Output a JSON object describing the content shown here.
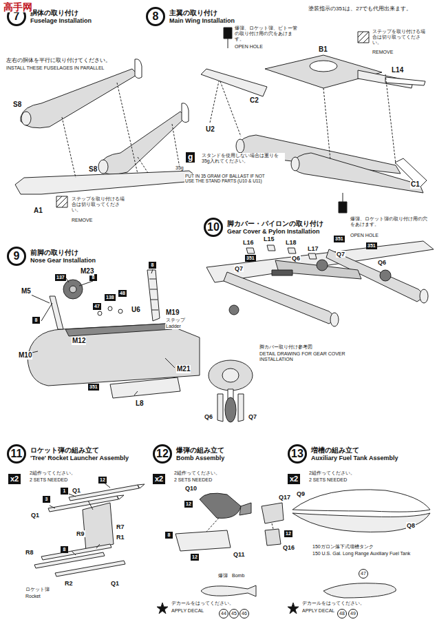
{
  "diagram": {
    "nodes": [
      {
        "text": [
          "7",
          "胴体の取り付け",
          "Fuselage Installation"
        ]
      },
      {
        "text": [
          "8",
          "主翼の取り付け",
          "Main Wing Installation"
        ]
      },
      {
        "text": [
          "g"
        ]
      },
      {
        "text": [
          "9",
          "前脚の取り付け",
          "Nose Gear Installation"
        ]
      },
      {
        "text": [
          "137"
        ]
      },
      {
        "text": [
          "8"
        ]
      },
      {
        "text": [
          "8"
        ]
      },
      {
        "text": [
          "47"
        ]
      },
      {
        "text": [
          "138"
        ]
      },
      {
        "text": [
          "48"
        ]
      },
      {
        "text": [
          "8"
        ]
      },
      {
        "text": [
          "351"
        ]
      },
      {
        "text": [
          "10",
          "脚カバー・パイロンの取り付け",
          "Gear Cover & Pylon Installation"
        ]
      },
      {
        "text": [
          "351"
        ]
      },
      {
        "text": [
          "351"
        ]
      },
      {
        "text": [
          "351"
        ]
      },
      {
        "text": [
          "11",
          "ロケット弾の組み立て",
          "'Tree' Rocket Launcher Assembly"
        ]
      },
      {
        "text": [
          "x2"
        ]
      },
      {
        "text": [
          "12"
        ]
      },
      {
        "text": [
          "1"
        ]
      },
      {
        "text": [
          "3"
        ]
      },
      {
        "text": [
          "8"
        ]
      },
      {
        "text": [
          "12",
          "爆弾の組み立て",
          "Bomb Assembly"
        ]
      },
      {
        "text": [
          "x2"
        ]
      },
      {
        "text": [
          "12"
        ]
      },
      {
        "text": [
          "8"
        ]
      },
      {
        "text": [
          "12"
        ]
      },
      {
        "text": [
          "12"
        ]
      },
      {
        "text": [
          "44"
        ]
      },
      {
        "text": [
          "45"
        ]
      },
      {
        "text": [
          "46"
        ]
      },
      {
        "text": [
          "13",
          "増槽の組み立て",
          "Auxiliary Fuel Tank Assembly"
        ]
      },
      {
        "text": [
          "x2"
        ]
      },
      {
        "text": [
          "47"
        ]
      },
      {
        "text": [
          "48"
        ]
      },
      {
        "text": [
          "49"
        ]
      }
    ],
    "labels": [
      "高手网",
      "塗装指示の351は、27でも代用出来ます。",
      "左右の胴体を平行に取り付けてください。",
      "INSTALL THESE FUSELAGES IN PARALLEL",
      "S8",
      "S8",
      "A1",
      "ステップを取り付ける場合は切り取ってください。",
      "REMOVE",
      "爆弾、ロケット弾、ピトー管の取り付け用の穴をあけます。",
      "OPEN HOLE",
      "B1",
      "ステップを取り付ける場合は切り取ってください。",
      "REMOVE",
      "L14",
      "U2",
      "C2",
      "C1",
      "35g",
      "スタンドを使用しない場合は重りを35g入れてください。",
      "PUT IN 35 GRAM OF BALLAST IF NOT USE THE STAND PARTS (U10 & U11)",
      "爆弾、ロケット弾の取り付け用の穴をあけます。",
      "OPEN HOLE",
      "M5",
      "M23",
      "M19",
      "ステップ",
      "Ladder",
      "U6",
      "M12",
      "M10",
      "M21",
      "L8",
      "L16",
      "L15",
      "L18",
      "L17",
      "Q6",
      "Q7",
      "Q7",
      "Q6",
      "脚カバー取り付け参考図",
      "DETAIL DRAWING FOR GEAR COVER INSTALLATION",
      "Q6",
      "Q7",
      "2組作ってください。",
      "2 SETS NEEDED",
      "Q1",
      "Q1",
      "R9",
      "R7",
      "R1",
      "R8",
      "R2",
      "Q1",
      "ロケット弾",
      "Rocket",
      "2組作ってください。",
      "2 SETS NEEDED",
      "Q10",
      "Q17",
      "Q11",
      "Q16",
      "爆弾",
      "Bomb",
      "デカールをはってください。",
      "APPLY DECAL",
      "2組作ってください。",
      "2 SETS NEEDED",
      "Q9",
      "Q8",
      "150ガロン落下式増槽タンク",
      "150 U.S. Gal. Long Range Auxiliary Fuel Tank",
      "デカールをはってください。",
      "APPLY DECAL"
    ]
  }
}
